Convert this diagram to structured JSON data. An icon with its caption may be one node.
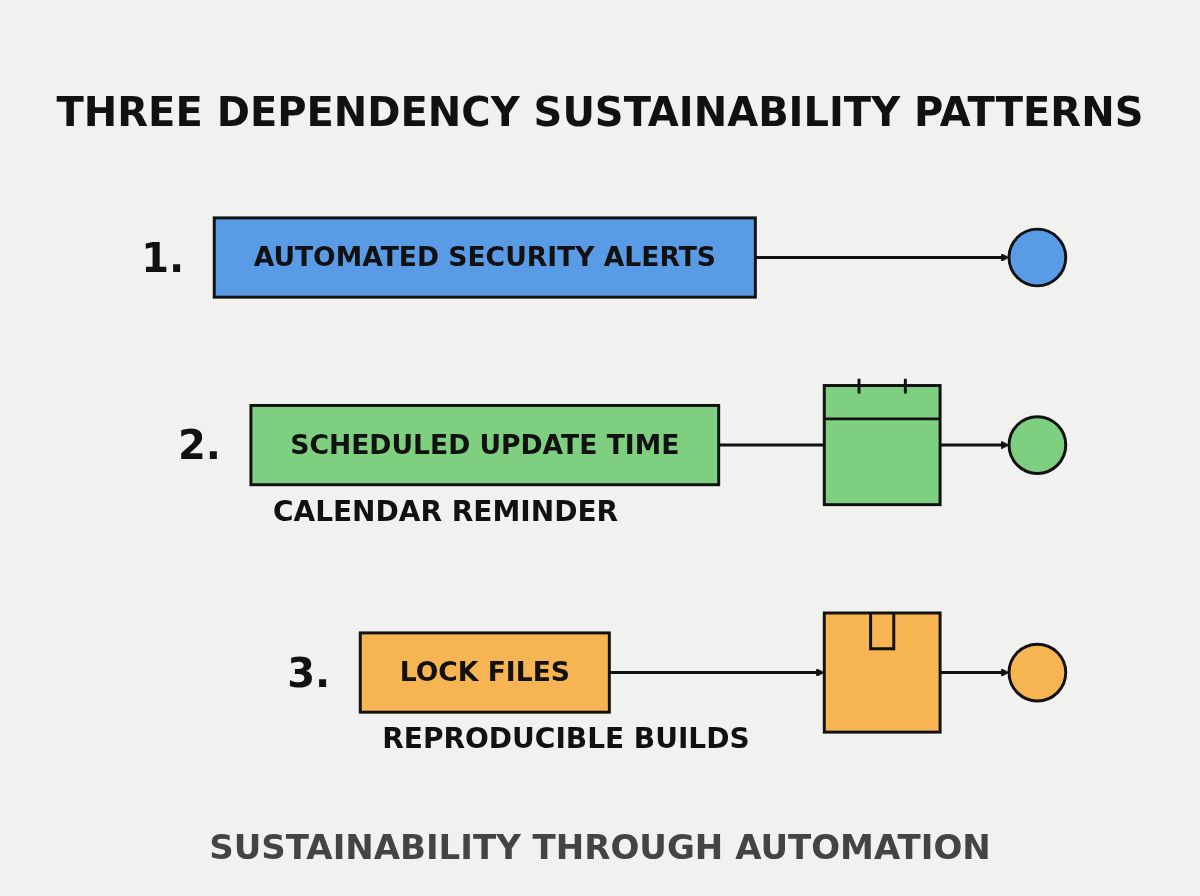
{
  "diagram": {
    "title": "THREE DEPENDENCY SUSTAINABILITY PATTERNS",
    "nodes": [
      {
        "text": [
          "AUTOMATED SECURITY ALERTS"
        ],
        "beside": [
          "1."
        ]
      },
      {
        "text": [],
        "shape": "circle"
      },
      {
        "text": [
          "SCHEDULED UPDATE TIME"
        ],
        "beside": [
          "2.",
          "CALENDAR REMINDER"
        ]
      },
      {
        "text": [],
        "shape": "picture"
      },
      {
        "text": [],
        "shape": "circle"
      },
      {
        "text": [
          "LOCK FILES"
        ],
        "beside": [
          "3.",
          "REPRODUCIBLE BUILDS"
        ]
      },
      {
        "text": [],
        "shape": "picture"
      },
      {
        "text": [],
        "shape": "circle"
      }
    ],
    "edges": [
      {
        "from": 0,
        "to": 1,
        "arrow": "to"
      },
      {
        "from": 2,
        "to": 3,
        "arrow": "none"
      },
      {
        "from": 3,
        "to": 4,
        "arrow": "to"
      },
      {
        "from": 5,
        "to": 6,
        "arrow": "to"
      },
      {
        "from": 6,
        "to": 7,
        "arrow": "to"
      }
    ],
    "caption": "SUSTAINABILITY THROUGH AUTOMATION"
  }
}
